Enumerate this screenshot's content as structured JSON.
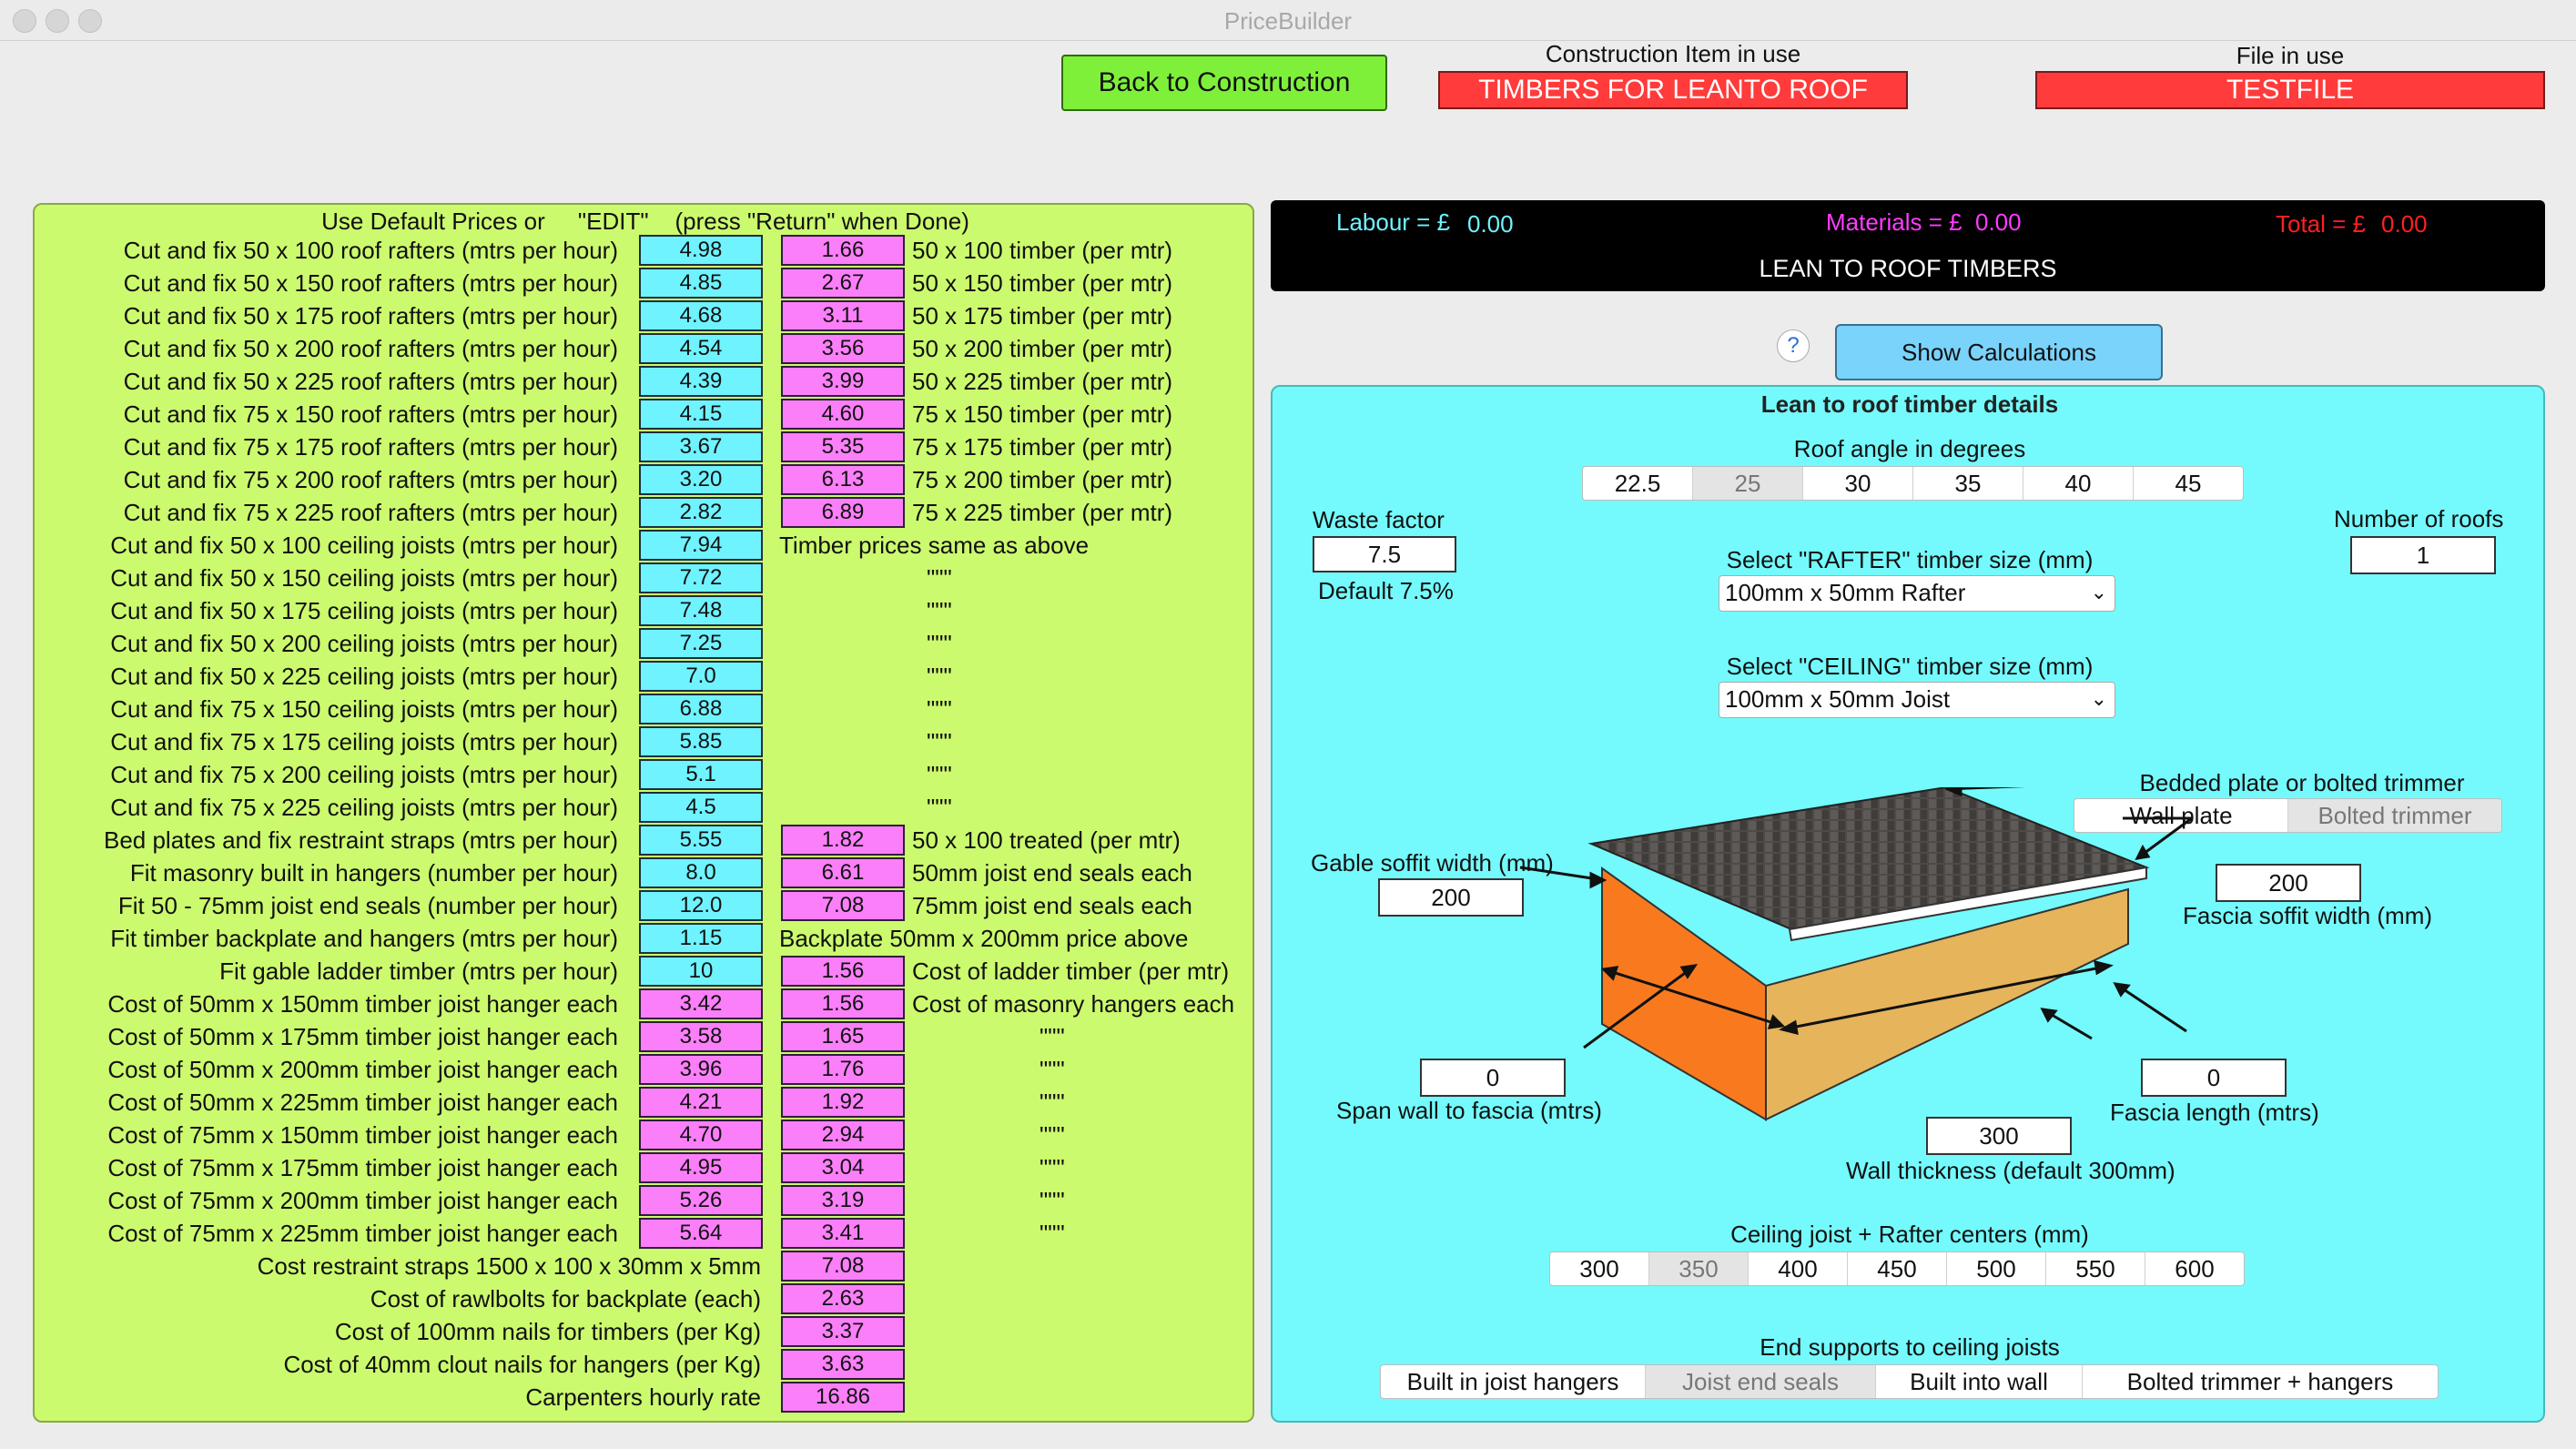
{
  "window": {
    "title": "PriceBuilder"
  },
  "top": {
    "back_button": "Back to Construction",
    "construction_label": "Construction Item in use",
    "construction_value": "TIMBERS FOR LEANTO ROOF",
    "file_label": "File in use",
    "file_value": "TESTFILE"
  },
  "left": {
    "header": "Use Default Prices or     \"EDIT\"    (press \"Return\" when Done)",
    "rows": [
      {
        "label": "Cut and fix 50 x 100 roof rafters (mtrs per hour)",
        "rate": "4.98",
        "rate_color": "cyan",
        "price": "1.66",
        "desc": "50 x 100 timber (per mtr)"
      },
      {
        "label": "Cut and fix 50 x 150 roof rafters (mtrs per hour)",
        "rate": "4.85",
        "rate_color": "cyan",
        "price": "2.67",
        "desc": "50 x 150 timber (per mtr)"
      },
      {
        "label": "Cut and fix 50 x 175 roof rafters (mtrs per hour)",
        "rate": "4.68",
        "rate_color": "cyan",
        "price": "3.11",
        "desc": "50 x 175 timber (per mtr)"
      },
      {
        "label": "Cut and fix 50 x 200 roof rafters (mtrs per hour)",
        "rate": "4.54",
        "rate_color": "cyan",
        "price": "3.56",
        "desc": "50 x 200 timber (per mtr)"
      },
      {
        "label": "Cut and fix 50 x 225 roof rafters (mtrs per hour)",
        "rate": "4.39",
        "rate_color": "cyan",
        "price": "3.99",
        "desc": "50 x 225 timber (per mtr)"
      },
      {
        "label": "Cut and fix 75 x 150 roof rafters (mtrs per hour)",
        "rate": "4.15",
        "rate_color": "cyan",
        "price": "4.60",
        "desc": "75 x 150 timber (per mtr)"
      },
      {
        "label": "Cut and fix 75 x 175 roof rafters (mtrs per hour)",
        "rate": "3.67",
        "rate_color": "cyan",
        "price": "5.35",
        "desc": "75 x 175 timber (per mtr)"
      },
      {
        "label": "Cut and fix 75 x 200 roof rafters (mtrs per hour)",
        "rate": "3.20",
        "rate_color": "cyan",
        "price": "6.13",
        "desc": "75 x 200 timber (per mtr)"
      },
      {
        "label": "Cut and fix 75 x 225 roof rafters (mtrs per hour)",
        "rate": "2.82",
        "rate_color": "cyan",
        "price": "6.89",
        "desc": "75 x 225 timber (per mtr)"
      },
      {
        "label": "Cut and fix 50 x 100 ceiling joists (mtrs per hour)",
        "rate": "7.94",
        "rate_color": "cyan",
        "price": null,
        "desc": "Timber prices same as above"
      },
      {
        "label": "Cut and fix 50 x 150 ceiling joists (mtrs per hour)",
        "rate": "7.72",
        "rate_color": "cyan",
        "price": null,
        "desc": "\"\"\""
      },
      {
        "label": "Cut and fix 50 x 175 ceiling joists (mtrs per hour)",
        "rate": "7.48",
        "rate_color": "cyan",
        "price": null,
        "desc": "\"\"\""
      },
      {
        "label": "Cut and fix 50 x 200 ceiling joists (mtrs per hour)",
        "rate": "7.25",
        "rate_color": "cyan",
        "price": null,
        "desc": "\"\"\""
      },
      {
        "label": "Cut and fix 50 x 225 ceiling joists (mtrs per hour)",
        "rate": "7.0",
        "rate_color": "cyan",
        "price": null,
        "desc": "\"\"\""
      },
      {
        "label": "Cut and fix 75 x 150 ceiling joists (mtrs per hour)",
        "rate": "6.88",
        "rate_color": "cyan",
        "price": null,
        "desc": "\"\"\""
      },
      {
        "label": "Cut and fix 75 x 175 ceiling joists (mtrs per hour)",
        "rate": "5.85",
        "rate_color": "cyan",
        "price": null,
        "desc": "\"\"\""
      },
      {
        "label": "Cut and fix 75 x 200 ceiling joists (mtrs per hour)",
        "rate": "5.1",
        "rate_color": "cyan",
        "price": null,
        "desc": "\"\"\""
      },
      {
        "label": "Cut and fix 75 x 225 ceiling joists (mtrs per hour)",
        "rate": "4.5",
        "rate_color": "cyan",
        "price": null,
        "desc": "\"\"\""
      },
      {
        "label": "Bed plates and fix restraint straps (mtrs per hour)",
        "rate": "5.55",
        "rate_color": "cyan",
        "price": "1.82",
        "desc": "50 x 100 treated (per mtr)"
      },
      {
        "label": "Fit masonry built in hangers (number per hour)",
        "rate": "8.0",
        "rate_color": "cyan",
        "price": "6.61",
        "desc": "50mm joist end seals each"
      },
      {
        "label": "Fit 50 - 75mm joist end seals (number per hour)",
        "rate": "12.0",
        "rate_color": "cyan",
        "price": "7.08",
        "desc": "75mm joist end seals each"
      },
      {
        "label": "Fit timber backplate and hangers (mtrs per hour)",
        "rate": "1.15",
        "rate_color": "cyan",
        "price": null,
        "desc": "Backplate 50mm x 200mm price above"
      },
      {
        "label": "Fit gable ladder timber (mtrs per hour)",
        "rate": "10",
        "rate_color": "cyan",
        "price": "1.56",
        "desc": "Cost of ladder timber (per mtr)"
      },
      {
        "label": "Cost of 50mm x 150mm timber joist hanger each",
        "rate": "3.42",
        "rate_color": "pink",
        "price": "1.56",
        "desc": "Cost of masonry hangers each"
      },
      {
        "label": "Cost of 50mm x 175mm timber joist hanger each",
        "rate": "3.58",
        "rate_color": "pink",
        "price": "1.65",
        "desc": "\"\"\""
      },
      {
        "label": "Cost of 50mm x 200mm timber joist hanger each",
        "rate": "3.96",
        "rate_color": "pink",
        "price": "1.76",
        "desc": "\"\"\""
      },
      {
        "label": "Cost of 50mm x 225mm timber joist hanger each",
        "rate": "4.21",
        "rate_color": "pink",
        "price": "1.92",
        "desc": "\"\"\""
      },
      {
        "label": "Cost of 75mm x 150mm timber joist hanger each",
        "rate": "4.70",
        "rate_color": "pink",
        "price": "2.94",
        "desc": "\"\"\""
      },
      {
        "label": "Cost of 75mm x 175mm timber joist hanger each",
        "rate": "4.95",
        "rate_color": "pink",
        "price": "3.04",
        "desc": "\"\"\""
      },
      {
        "label": "Cost of 75mm x 200mm timber joist hanger each",
        "rate": "5.26",
        "rate_color": "pink",
        "price": "3.19",
        "desc": "\"\"\""
      },
      {
        "label": "Cost of 75mm x 225mm timber joist hanger each",
        "rate": "5.64",
        "rate_color": "pink",
        "price": "3.41",
        "desc": "\"\"\""
      }
    ],
    "extra_rows": [
      {
        "label": "Cost restraint straps 1500 x 100 x 30mm x 5mm",
        "price": "7.08"
      },
      {
        "label": "Cost of rawlbolts for backplate (each)",
        "price": "2.63"
      },
      {
        "label": "Cost of 100mm nails for timbers (per Kg)",
        "price": "3.37"
      },
      {
        "label": "Cost of 40mm clout nails for hangers (per Kg)",
        "price": "3.63"
      },
      {
        "label": "Carpenters hourly rate",
        "price": "16.86"
      }
    ]
  },
  "summary": {
    "labour_label": "Labour = £",
    "labour_value": "0.00",
    "materials_label": "Materials = £",
    "materials_value": "0.00",
    "total_label": "Total = £",
    "total_value": "0.00",
    "title": "LEAN TO ROOF TIMBERS"
  },
  "help_icon": "?",
  "show_calc_button": "Show Calculations",
  "details": {
    "title": "Lean to roof timber details",
    "roof_angle_label": "Roof angle in degrees",
    "roof_angles": [
      "22.5",
      "25",
      "30",
      "35",
      "40",
      "45"
    ],
    "roof_angle_selected": "25",
    "waste_label": "Waste factor",
    "waste_value": "7.5",
    "waste_default": "Default 7.5%",
    "roofs_label": "Number of roofs",
    "roofs_value": "1",
    "rafter_label": "Select \"RAFTER\" timber size (mm)",
    "rafter_value": "100mm x 50mm Rafter",
    "ceiling_label": "Select \"CEILING\" timber size (mm)",
    "ceiling_value": "100mm x 50mm Joist",
    "plate_label": "Bedded plate or bolted trimmer",
    "plate_options": [
      "Wall plate",
      "Bolted trimmer"
    ],
    "plate_selected": "Bolted trimmer",
    "gable_label": "Gable soffit width (mm)",
    "gable_value": "200",
    "fascia_soffit_value": "200",
    "fascia_soffit_label": "Fascia soffit width (mm)",
    "span_value": "0",
    "span_label": "Span wall to fascia (mtrs)",
    "fascia_len_value": "0",
    "fascia_len_label": "Fascia length (mtrs)",
    "wall_value": "300",
    "wall_label": "Wall thickness (default 300mm)",
    "centers_label": "Ceiling joist + Rafter centers (mm)",
    "centers": [
      "300",
      "350",
      "400",
      "450",
      "500",
      "550",
      "600"
    ],
    "centers_selected": "350",
    "end_label": "End supports to ceiling joists",
    "end_options": [
      "Built in joist hangers",
      "Joist end seals",
      "Built into wall",
      "Bolted trimmer + hangers"
    ],
    "end_selected": "Joist end seals"
  },
  "colors": {
    "left_panel": "#ccfa6e",
    "right_panel": "#74fafc",
    "cyan_field": "#6ff3ff",
    "pink_field": "#fb7ff9",
    "labour": "#6ff3ff",
    "materials": "#ff3bff",
    "total": "#ff2020",
    "back_button": "#7ff03a",
    "red_box": "#ff3b3b"
  }
}
